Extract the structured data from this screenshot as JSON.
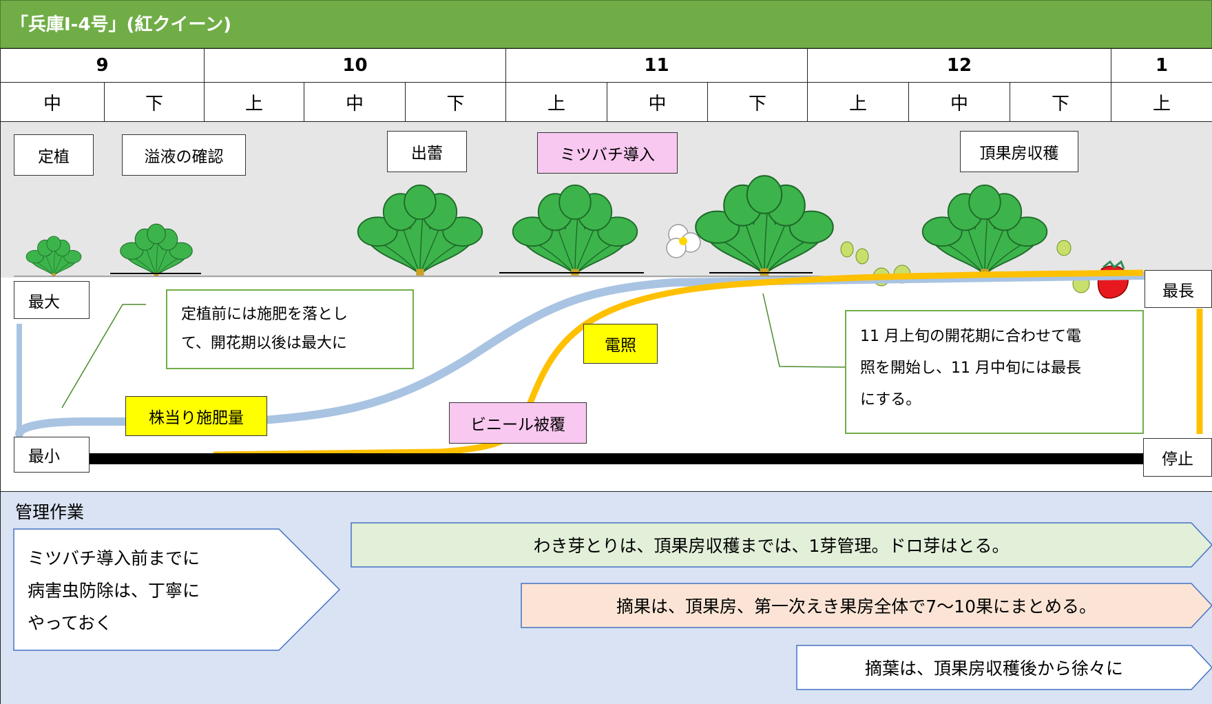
{
  "title": "「兵庫I-4号」(紅クイーン)",
  "months": [
    "9",
    "10",
    "11",
    "12",
    "1"
  ],
  "decades": [
    "中",
    "下",
    "上",
    "中",
    "下",
    "上",
    "中",
    "下",
    "上",
    "中",
    "下",
    "上"
  ],
  "stages": {
    "planting": "定植",
    "guttation": "溢液の確認",
    "budding": "出蕾",
    "bees": "ミツバチ導入",
    "harvest": "頂果房収穫"
  },
  "chart": {
    "max": "最大",
    "min": "最小",
    "longest": "最長",
    "stop": "停止",
    "fertilizer": "株当り施肥量",
    "lighting": "電照",
    "vinyl": "ビニール被覆",
    "note_fertilizer_line1": "定植前には施肥を落とし",
    "note_fertilizer_line2": "て、開花期以後は最大に",
    "note_lighting_line1": "11 月上旬の開花期に合わせて電",
    "note_lighting_line2": "照を開始し、11 月中旬には最長",
    "note_lighting_line3": "にする。"
  },
  "management": {
    "heading": "管理作業",
    "pest_line1": "ミツバチ導入前までに",
    "pest_line2": "病害虫防除は、丁寧に",
    "pest_line3": "やっておく",
    "side_shoots": "わき芽とりは、頂果房収穫までは、1芽管理。ドロ芽はとる。",
    "thinning": "摘果は、頂果房、第一次えき果房全体で7～10果にまとめる。",
    "leaf_removal": "摘葉は、頂果房収穫後から徐々に"
  },
  "colors": {
    "title_bg": "#70ad47",
    "fertilizer_line": "#a9c4e2",
    "lighting_line": "#ffc000",
    "baseline": "#000000",
    "work_bg": "#dae3f3",
    "side_shoot_bg": "#e2efd9",
    "thinning_bg": "#fbe4d5"
  }
}
